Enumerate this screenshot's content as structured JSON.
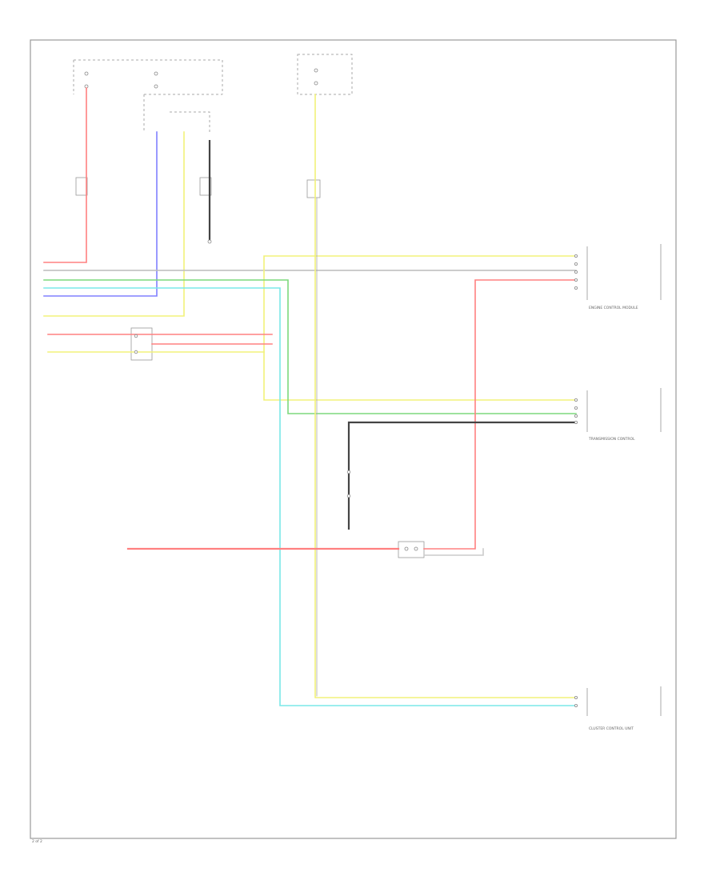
{
  "colors": {
    "red": "#ff8080",
    "blue": "#8080ff",
    "yellow": "#f2f27a",
    "green": "#7dd87d",
    "cyan": "#7ae8e8",
    "gray": "#999999",
    "ground": "#444444"
  },
  "labels": {
    "engine_control_module": "ENGINE CONTROL MODULE",
    "cluster_control_unit": "CLUSTER CONTROL UNIT",
    "transmission_control": "TRANSMISSION CONTROL",
    "page_number": "2 of 2"
  }
}
